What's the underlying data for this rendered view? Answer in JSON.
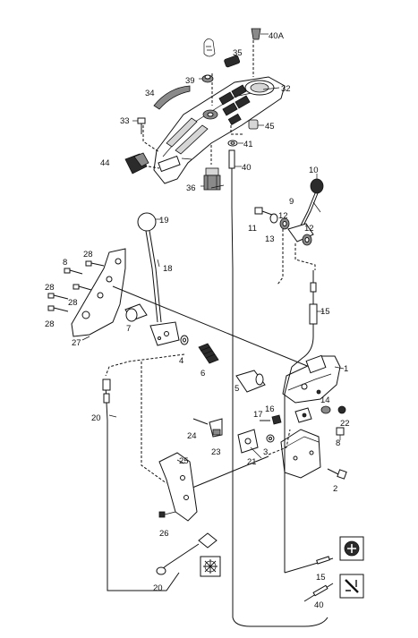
{
  "labels": [
    {
      "id": "p40a",
      "text": "40A"
    },
    {
      "id": "p35",
      "text": "35"
    },
    {
      "id": "p39",
      "text": "39"
    },
    {
      "id": "p34",
      "text": "34"
    },
    {
      "id": "p32",
      "text": "32"
    },
    {
      "id": "p33",
      "text": "33"
    },
    {
      "id": "p45",
      "text": "45"
    },
    {
      "id": "p41",
      "text": "41"
    },
    {
      "id": "p40b",
      "text": "40"
    },
    {
      "id": "p44",
      "text": "44"
    },
    {
      "id": "p36",
      "text": "36"
    },
    {
      "id": "p10",
      "text": "10"
    },
    {
      "id": "p9",
      "text": "9"
    },
    {
      "id": "p11",
      "text": "11"
    },
    {
      "id": "p12a",
      "text": "12"
    },
    {
      "id": "p13",
      "text": "13"
    },
    {
      "id": "p12b",
      "text": "12"
    },
    {
      "id": "p19",
      "text": "19"
    },
    {
      "id": "p28a",
      "text": "28"
    },
    {
      "id": "p8a",
      "text": "8"
    },
    {
      "id": "p18",
      "text": "18"
    },
    {
      "id": "p28b",
      "text": "28"
    },
    {
      "id": "p28c",
      "text": "28"
    },
    {
      "id": "p28d",
      "text": "28"
    },
    {
      "id": "p15a",
      "text": "15"
    },
    {
      "id": "p7",
      "text": "7"
    },
    {
      "id": "p27",
      "text": "27"
    },
    {
      "id": "p4",
      "text": "4"
    },
    {
      "id": "p6",
      "text": "6"
    },
    {
      "id": "p1",
      "text": "1"
    },
    {
      "id": "p5",
      "text": "5"
    },
    {
      "id": "p14",
      "text": "14"
    },
    {
      "id": "p17",
      "text": "17"
    },
    {
      "id": "p16",
      "text": "16"
    },
    {
      "id": "p22",
      "text": "22"
    },
    {
      "id": "p20a",
      "text": "20"
    },
    {
      "id": "p24",
      "text": "24"
    },
    {
      "id": "p8b",
      "text": "8"
    },
    {
      "id": "p3",
      "text": "3"
    },
    {
      "id": "p23",
      "text": "23"
    },
    {
      "id": "p21",
      "text": "21"
    },
    {
      "id": "p25",
      "text": "25"
    },
    {
      "id": "p2",
      "text": "2"
    },
    {
      "id": "p26",
      "text": "26"
    },
    {
      "id": "p15b",
      "text": "15"
    },
    {
      "id": "p20b",
      "text": "20"
    },
    {
      "id": "p40c",
      "text": "40"
    }
  ],
  "icons": {
    "grease": "grease-symbol-icon",
    "adjust": "adjust-symbol-icon",
    "cable": "cable-symbol-icon"
  }
}
